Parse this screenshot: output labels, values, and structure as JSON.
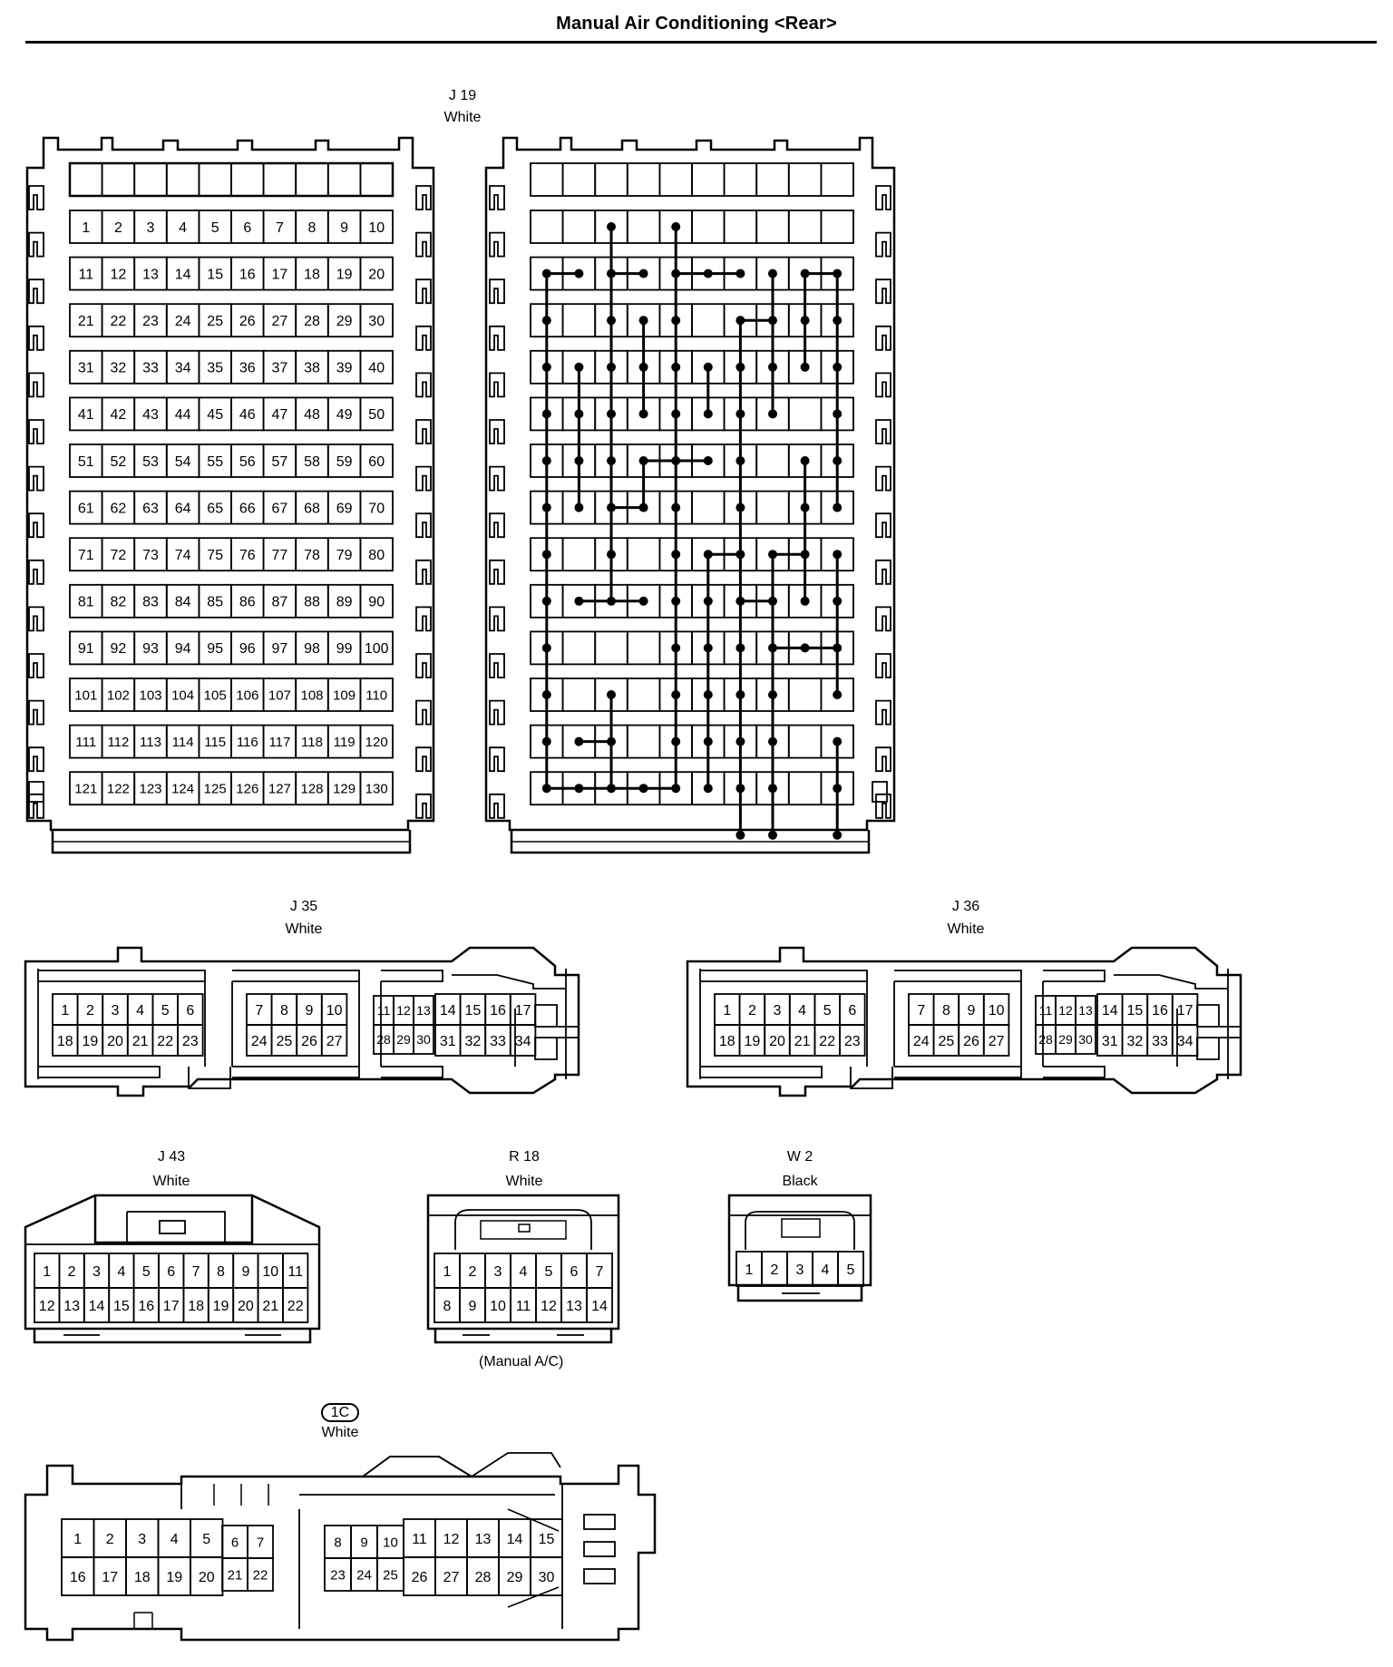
{
  "title": "Manual Air Conditioning <Rear>",
  "connectors": {
    "j19": {
      "code": "J 19",
      "color": "White"
    },
    "j35": {
      "code": "J 35",
      "color": "White"
    },
    "j36": {
      "code": "J 36",
      "color": "White"
    },
    "j43": {
      "code": "J 43",
      "color": "White"
    },
    "r18": {
      "code": "R 18",
      "color": "White",
      "note": "(Manual A/C)"
    },
    "w2": {
      "code": "W 2",
      "color": "Black"
    },
    "c1": {
      "code": "1C",
      "color": "White"
    }
  },
  "pins": {
    "j19": {
      "rows": 13,
      "cols": 10,
      "start": 1
    },
    "j35": [
      [
        "1",
        "2",
        "3",
        "4",
        "5",
        "6"
      ],
      [
        "18",
        "19",
        "20",
        "21",
        "22",
        "23"
      ],
      [
        "7",
        "8",
        "9",
        "10"
      ],
      [
        "24",
        "25",
        "26",
        "27"
      ],
      [
        "11",
        "12",
        "13"
      ],
      [
        "28",
        "29",
        "30"
      ],
      [
        "14",
        "15",
        "16",
        "17"
      ],
      [
        "31",
        "32",
        "33",
        "34"
      ]
    ],
    "j43": [
      [
        "1",
        "2",
        "3",
        "4",
        "5",
        "6",
        "7",
        "8",
        "9",
        "10",
        "11"
      ],
      [
        "12",
        "13",
        "14",
        "15",
        "16",
        "17",
        "18",
        "19",
        "20",
        "21",
        "22"
      ]
    ],
    "r18": [
      [
        "1",
        "2",
        "3",
        "4",
        "5",
        "6",
        "7"
      ],
      [
        "8",
        "9",
        "10",
        "11",
        "12",
        "13",
        "14"
      ]
    ],
    "w2": [
      [
        "1",
        "2",
        "3",
        "4",
        "5"
      ]
    ],
    "c1": [
      [
        "1",
        "2",
        "3",
        "4",
        "5"
      ],
      [
        "16",
        "17",
        "18",
        "19",
        "20"
      ],
      [
        "6",
        "7"
      ],
      [
        "21",
        "22"
      ],
      [
        "8",
        "9",
        "10"
      ],
      [
        "23",
        "24",
        "25"
      ],
      [
        "11",
        "12",
        "13",
        "14",
        "15"
      ],
      [
        "26",
        "27",
        "28",
        "29",
        "30"
      ]
    ]
  }
}
